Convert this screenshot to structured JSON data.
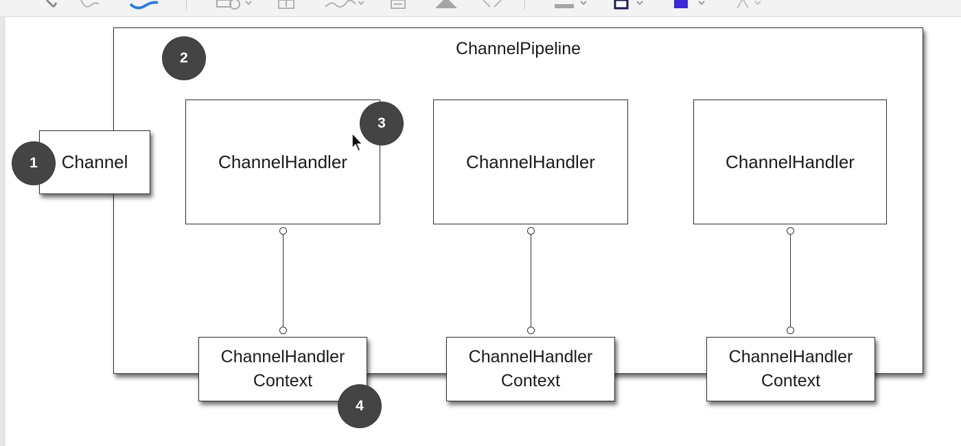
{
  "toolbar": {
    "icons": [
      "markup-arrow-icon",
      "sketch-icon",
      "draw-icon",
      "shapes-icon",
      "text-box-icon",
      "signature-icon",
      "note-icon",
      "adjust-color-icon",
      "resize-icon",
      "line-style-icon",
      "border-color-icon",
      "fill-color-icon",
      "font-icon"
    ]
  },
  "diagram": {
    "pipeline_title": "ChannelPipeline",
    "channel_label": "Channel",
    "handlers": [
      {
        "label": "ChannelHandler"
      },
      {
        "label": "ChannelHandler"
      },
      {
        "label": "ChannelHandler"
      }
    ],
    "contexts": [
      {
        "line1": "ChannelHandler",
        "line2": "Context"
      },
      {
        "line1": "ChannelHandler",
        "line2": "Context"
      },
      {
        "line1": "ChannelHandler",
        "line2": "Context"
      }
    ],
    "badges": [
      "1",
      "2",
      "3",
      "4"
    ]
  }
}
